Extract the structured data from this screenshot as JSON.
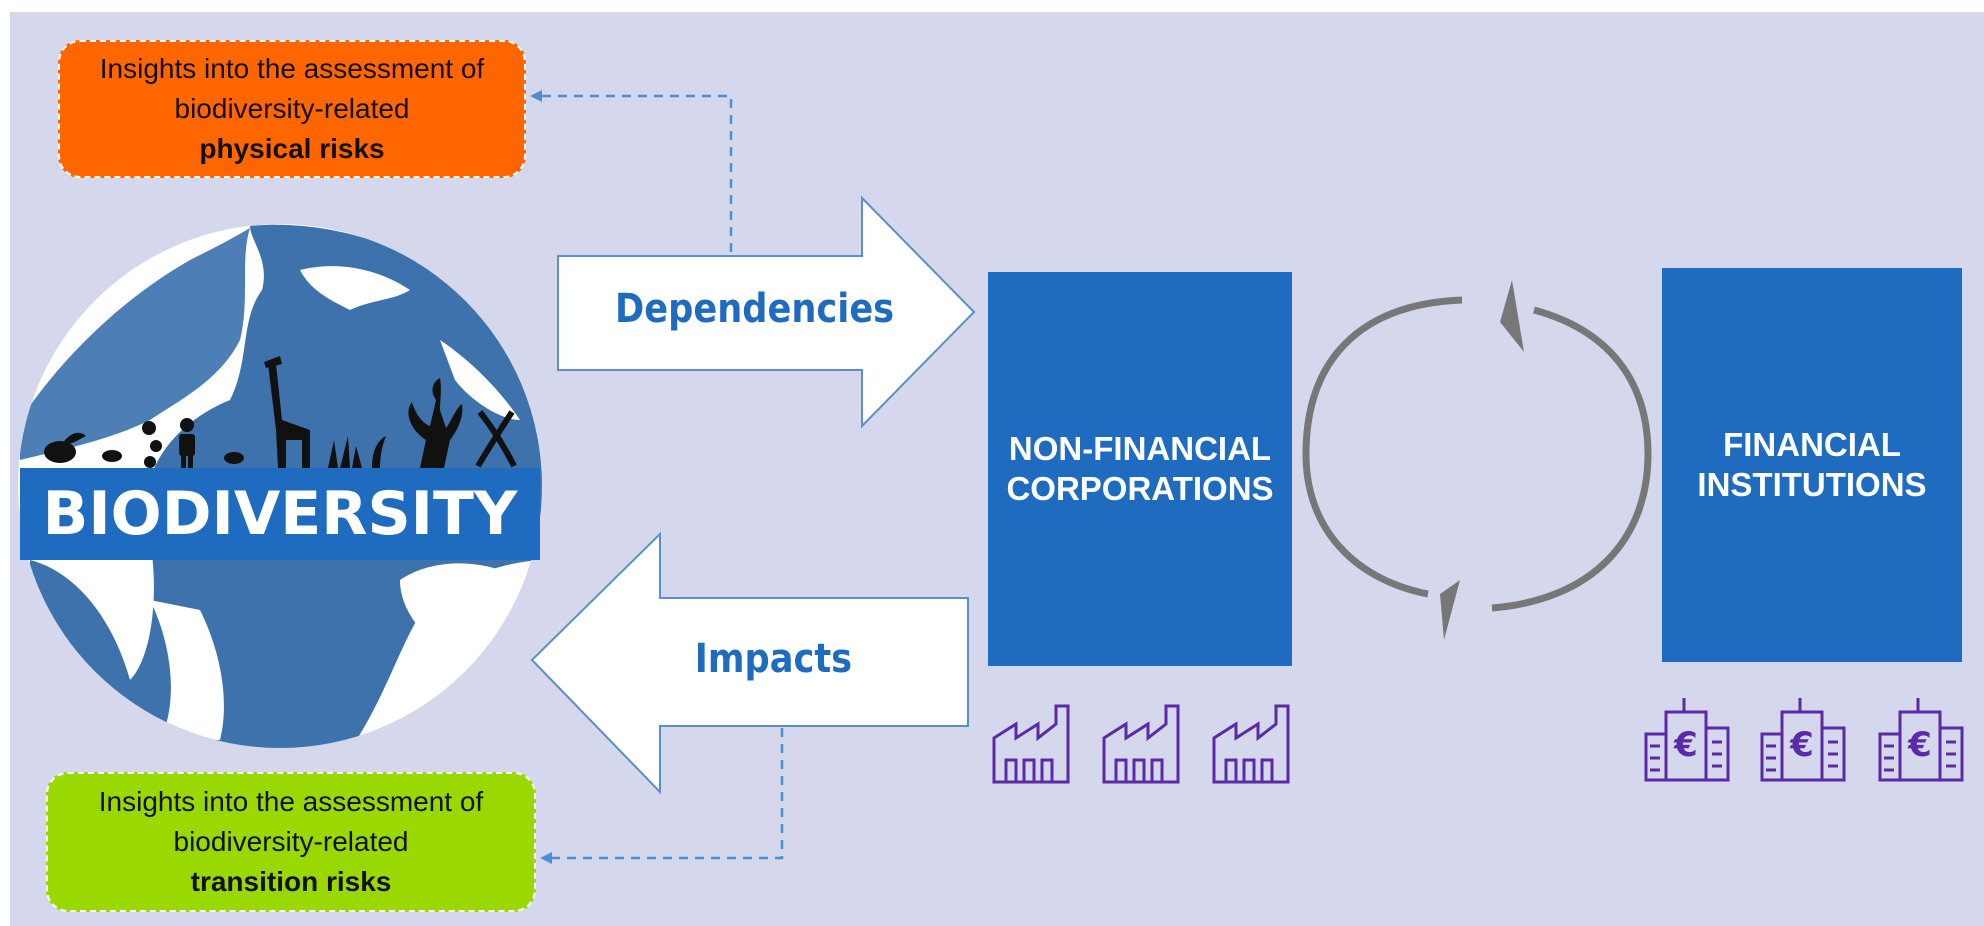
{
  "notes": {
    "physical": {
      "line1": "Insights into the assessment of",
      "line2": "biodiversity-related",
      "emphasis": "physical risks"
    },
    "transition": {
      "line1": "Insights into the assessment of",
      "line2": "biodiversity-related",
      "emphasis": "transition risks"
    }
  },
  "arrows": {
    "dependencies": "Dependencies",
    "impacts": "Impacts"
  },
  "globe": {
    "band_label": "BIODIVERSITY"
  },
  "boxes": {
    "non_financial": {
      "line1": "NON-FINANCIAL",
      "line2": "CORPORATIONS"
    },
    "financial": {
      "line1": "FINANCIAL",
      "line2": "INSTITUTIONS"
    }
  },
  "icons": {
    "factory": "factory-icon",
    "bank_building": "bank-building-icon",
    "euro_symbol": "€"
  },
  "colors": {
    "background": "#d5d8ec",
    "box_blue": "#1f6bbf",
    "physical_orange": "#ff6600",
    "transition_green": "#99d800",
    "icon_purple": "#5b2aa6",
    "cycle_gray": "#777777"
  }
}
